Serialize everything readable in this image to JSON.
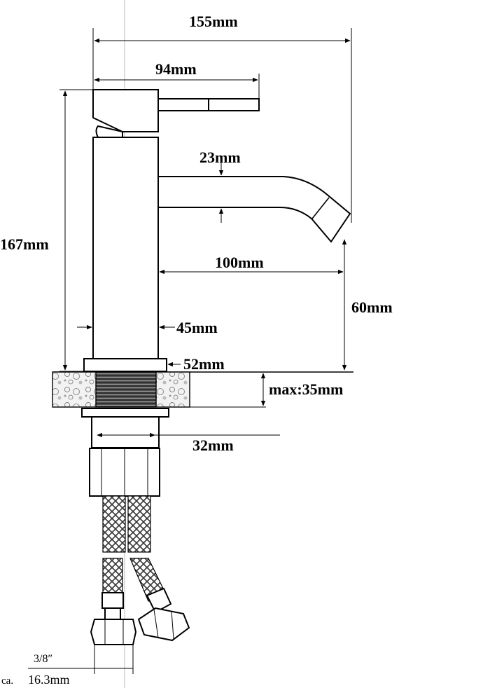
{
  "labels": {
    "total_width": "155mm",
    "handle_length": "94mm",
    "spout_diameter": "23mm",
    "total_height": "167mm",
    "spout_reach": "100mm",
    "spout_height": "60mm",
    "body_diameter": "45mm",
    "base_diameter": "52mm",
    "max_thickness": "max:35mm",
    "thread_diameter": "32mm",
    "hose_thread": "3/8″",
    "nut_prefix": "ca.",
    "nut_size": "16.3mm"
  }
}
